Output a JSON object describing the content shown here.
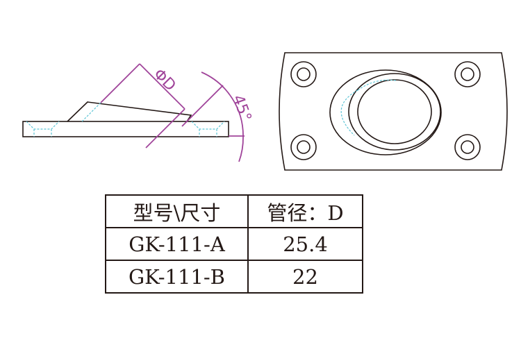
{
  "drawing": {
    "diameter_label": "ΦD",
    "angle_label": "45°",
    "colors": {
      "outline": "#231815",
      "dimension": "#a0449a",
      "hidden": "#5ec5d6"
    }
  },
  "table": {
    "headers": [
      "型号\\尺寸",
      "管径：D"
    ],
    "rows": [
      [
        "GK-111-A",
        "25.4"
      ],
      [
        "GK-111-B",
        "22"
      ]
    ]
  }
}
